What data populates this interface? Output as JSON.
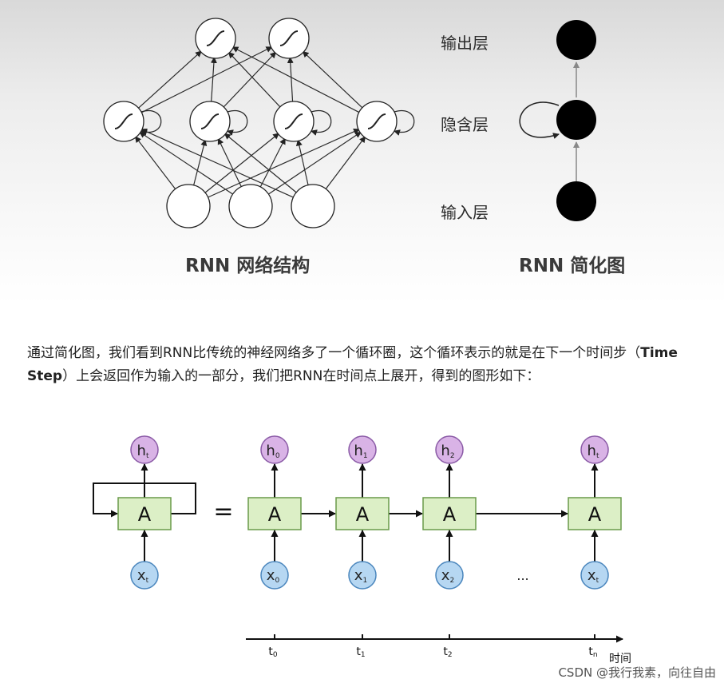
{
  "top": {
    "rnn_structure_caption": "RNN 网络结构",
    "rnn_simplified_caption": "RNN 简化图",
    "layers": {
      "output": "输出层",
      "hidden": "隐含层",
      "input": "输入层"
    }
  },
  "paragraph": {
    "part1": "通过简化图，我们看到RNN比传统的神经网络多了一个循环圈，这个循环表示的就是在下一个时间步（",
    "bold": "Time Step",
    "part2": "）上会返回作为输入的一部分，我们把RNN在时间点上展开，得到的图形如下："
  },
  "unrolled": {
    "cell_label": "A",
    "equals": "=",
    "ellipsis": "...",
    "time_label": "时间",
    "h_main": "h",
    "x_main": "x",
    "t_main": "t",
    "subscripts": [
      "t",
      "0",
      "1",
      "2",
      "t"
    ],
    "time_subscripts": [
      "0",
      "1",
      "2",
      "n"
    ]
  },
  "colors": {
    "cell_fill": "#dcefc6",
    "cell_stroke": "#6a9a4a",
    "h_fill": "#d9b3e6",
    "h_stroke": "#8a5aa6",
    "x_fill": "#b6d7f2",
    "x_stroke": "#4a86bd"
  },
  "watermark": "CSDN @我行我素，向往自由"
}
